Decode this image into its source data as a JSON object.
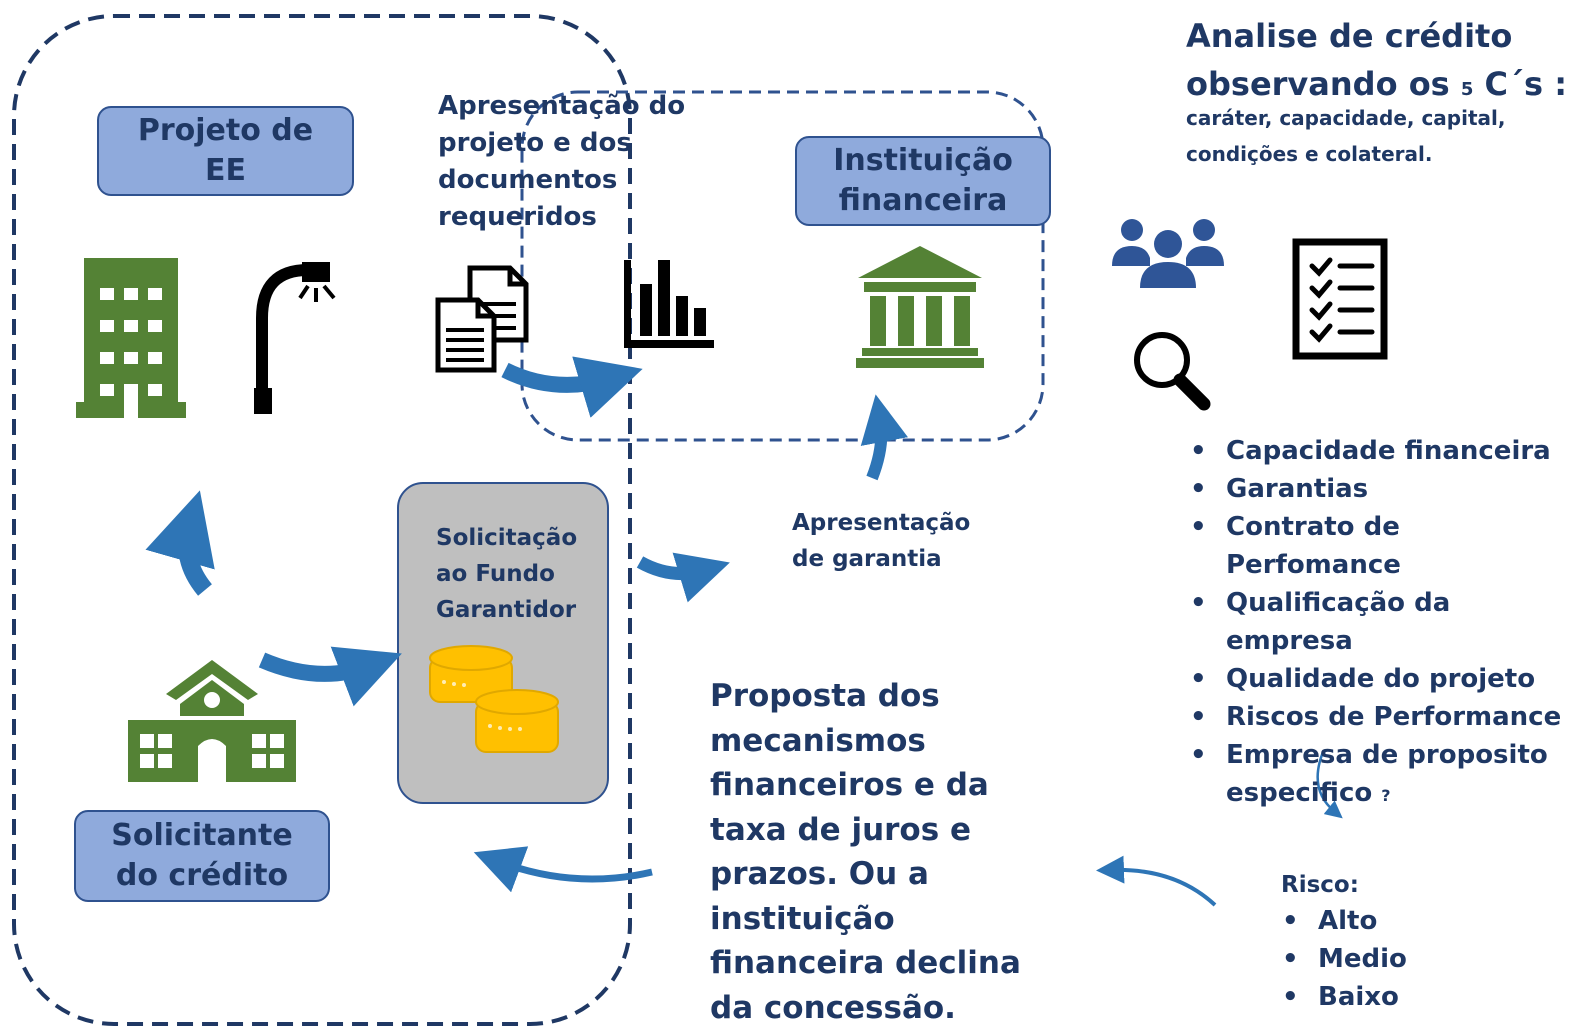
{
  "nodes": {
    "project": "Projeto de EE",
    "institution": "Instituição financeira",
    "requester": "Solicitante do crédito",
    "fund_request": "Solicitação ao Fundo Garantidor"
  },
  "labels": {
    "presentation_docs": "Apresentação do projeto e dos documentos requeridos",
    "guarantee": "Apresentação de garantia",
    "proposal": "Proposta dos mecanismos financeiros e da taxa de juros e prazos. Ou a instituição financeira declina da concessão."
  },
  "analysis": {
    "title_line1": "Analise de crédito",
    "title_line2": "observando os",
    "five": "5",
    "cs": "C´s :",
    "subtitle": "caráter, capacidade, capital, condições e colateral.",
    "criteria": [
      "Capacidade financeira",
      "Garantias",
      "Contrato de Perfomance",
      "Qualificação da empresa",
      "Qualidade do projeto",
      "Riscos de Performance",
      "Empresa de proposito especifico"
    ],
    "question_mark": "?",
    "risk_title": "Risco:",
    "risk_levels": [
      "Alto",
      "Medio",
      "Baixo"
    ]
  },
  "colors": {
    "dark_blue": "#1f3864",
    "box_fill": "#8faadc",
    "border_blue": "#2f528f",
    "arrow_blue": "#2e75b6",
    "green": "#548235",
    "gold": "#ffc000",
    "gray": "#bfbfbf"
  },
  "icons": [
    "building-icon",
    "street-lamp-icon",
    "documents-icon",
    "bar-chart-icon",
    "bank-icon",
    "people-icon",
    "magnifier-icon",
    "checklist-icon",
    "school-icon",
    "coins-icon"
  ]
}
